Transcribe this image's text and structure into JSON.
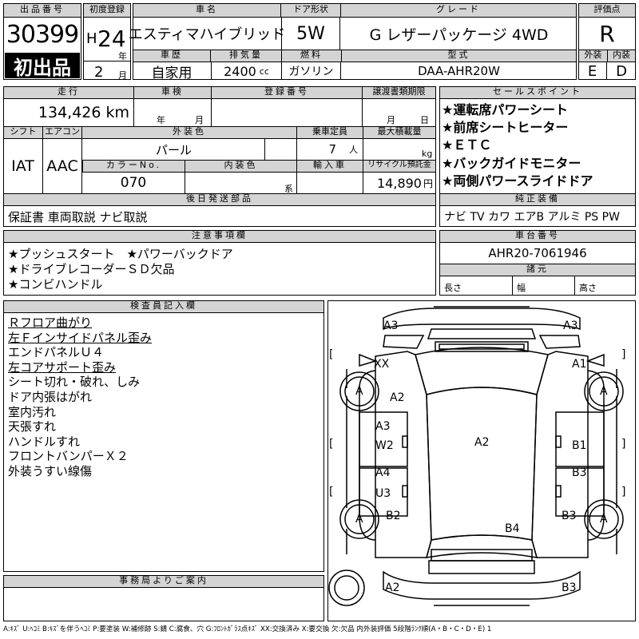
{
  "listing": {
    "lot_label": "出品番号",
    "lot_number": "30399",
    "first_listing_badge": "初出品",
    "reg_label": "初度登録",
    "era": "H",
    "reg_year": "24",
    "year_unit": "年",
    "reg_month": "2",
    "month_unit": "月",
    "name_label": "車名",
    "car_name": "エスティマハイブリッド",
    "doors_label": "ドア形状",
    "doors": "5W",
    "grade_label": "グレード",
    "grade": "G レザーパッケージ 4WD",
    "score_label": "評価点",
    "score": "R",
    "history_label": "車歴",
    "history": "自家用",
    "displacement_label": "排気量",
    "displacement": "2400",
    "displacement_unit": "cc",
    "fuel_label": "燃料",
    "fuel": "ガソリン",
    "model_label": "型式",
    "model": "DAA-AHR20W",
    "ext_grade_label": "外装",
    "ext_grade": "E",
    "int_grade_label": "内装",
    "int_grade": "D"
  },
  "specs": {
    "mileage_label": "走行",
    "mileage": "134,426",
    "mileage_unit": "km",
    "inspection_label": "車検",
    "insp_year_unit": "年",
    "insp_month_unit": "月",
    "plate_label": "登録番号",
    "transfer_label": "譲渡書類期限",
    "transfer_month_unit": "月",
    "transfer_day_unit": "日",
    "shift_label": "シフト",
    "shift": "IAT",
    "ac_label": "エアコン",
    "ac": "AAC",
    "color_label": "外装色",
    "color": "パール",
    "capacity_label": "乗車定員",
    "capacity": "7",
    "capacity_unit": "人",
    "load_label": "最大積載量",
    "load_unit": "kg",
    "color_no_label": "カラーNo.",
    "color_no": "070",
    "interior_color_label": "内装色",
    "interior_color_unit": "系",
    "import_label": "輸入車",
    "recycle_label": "リサイクル預託金",
    "recycle": "14,890",
    "recycle_unit": "円",
    "later_parts_label": "後日発送部品",
    "later_parts": "保証書 車両取説 ナビ取説"
  },
  "sales_points": {
    "label": "セールスポイント",
    "items": [
      "★運転席パワーシート",
      "★前席シートヒーター",
      "★ＥＴＣ",
      "★バックガイドモニター",
      "★両側パワースライドドア"
    ]
  },
  "equipment": {
    "label": "純正装備",
    "text": "ナビ TV カワ エアB アルミ PS PW"
  },
  "cautions": {
    "label": "注意事項欄",
    "lines": [
      "★プッシュスタート　★パワーバックドア",
      "★ドライブレコーダーＳＤ欠品",
      "★コンビハンドル"
    ]
  },
  "chassis": {
    "label": "車台番号",
    "number": "AHR20-7061946",
    "dims_label": "諸元",
    "length_label": "長さ",
    "width_label": "幅",
    "height_label": "高さ"
  },
  "inspector": {
    "label": "検査員記入欄",
    "notes": [
      "Ｒフロア曲がり",
      "左Ｆインサイドパネル歪み",
      "エンドパネルＵ４",
      "左コアサポート歪み",
      "シート切れ・破れ、しみ",
      "ドア内張はがれ",
      "室内汚れ",
      "天張すれ",
      "ハンドルすれ",
      "フロントバンパーＸ２",
      "外装うすい線傷"
    ],
    "underlined": [
      0,
      1,
      3
    ]
  },
  "office": {
    "label": "事務局よりご案内"
  },
  "diagram": {
    "marks": [
      "A3",
      "A3",
      "XX",
      "A1",
      "A",
      "A",
      "A2",
      "A3",
      "W2",
      "A2",
      "B1",
      "A4",
      "U3",
      "B3",
      "A",
      "B2",
      "B3",
      "A",
      "B4",
      "A2",
      "B3"
    ],
    "brackets": [
      "[",
      "]",
      "[",
      "]",
      "[",
      "]"
    ]
  },
  "legend": "A:ｷｽﾞ U:ﾍｺﾐ B:ｷｽﾞを伴うﾍｺﾐ P:要塗装 W:補修跡 S:錆 C:腐食、穴 G:ﾌﾛﾝﾄｶﾞﾗｽ点ｷｽﾞ XX:交換済み X:要交換 欠:欠品 内外装評価 5段階ﾗﾝｸ順(A・B・C・D・E) 1"
}
